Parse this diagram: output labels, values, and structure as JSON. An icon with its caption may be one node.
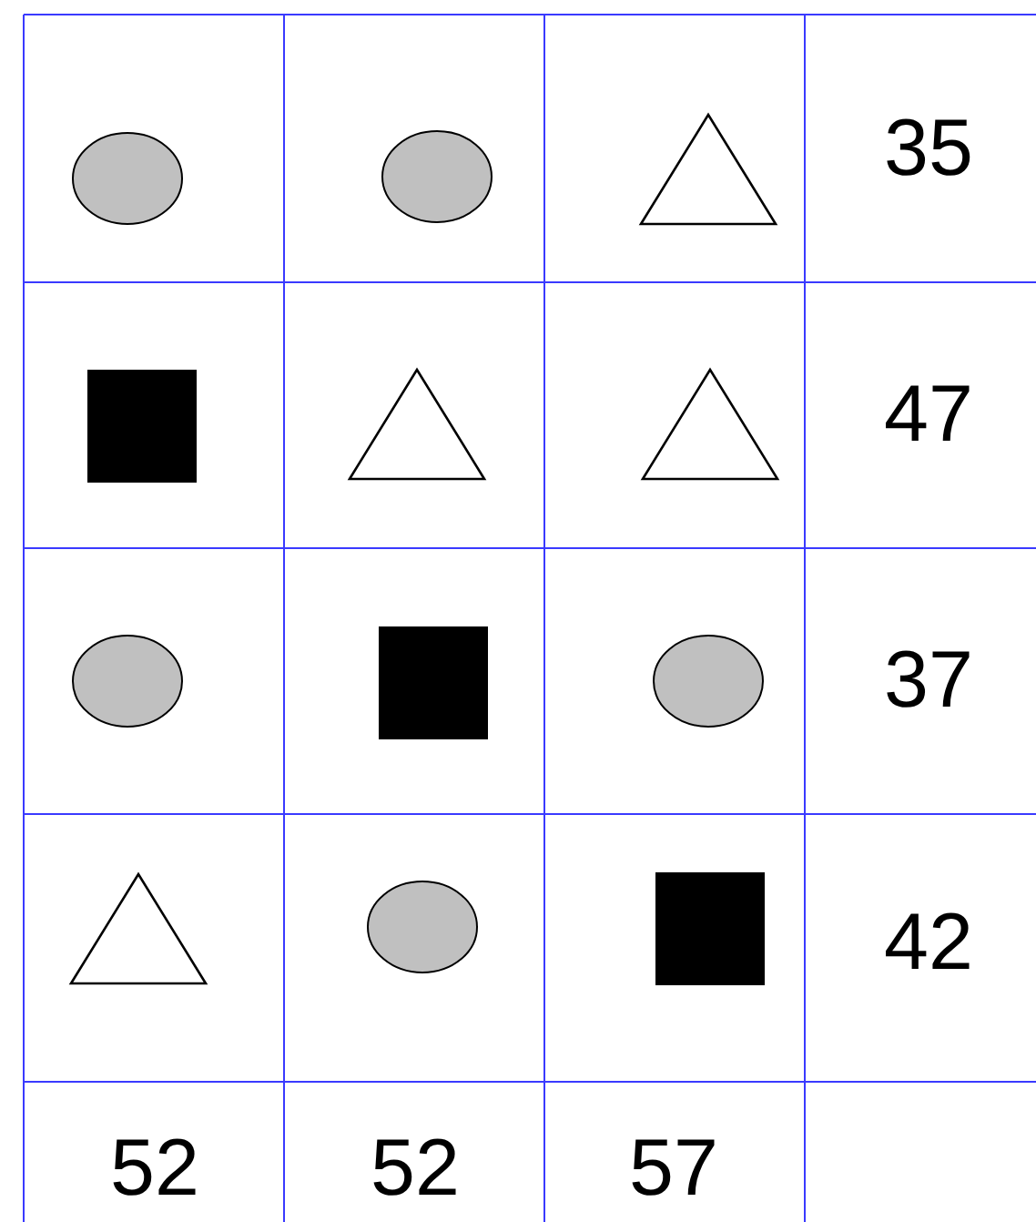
{
  "diagram": {
    "nodes": [
      {
        "text": [],
        "shape": "circle"
      },
      {
        "text": [],
        "shape": "circle"
      },
      {
        "text": [],
        "shape": "triangle"
      },
      {
        "text": [],
        "shape": "square"
      },
      {
        "text": [],
        "shape": "triangle"
      },
      {
        "text": [],
        "shape": "triangle"
      },
      {
        "text": [],
        "shape": "circle"
      },
      {
        "text": [],
        "shape": "square"
      },
      {
        "text": [],
        "shape": "circle"
      },
      {
        "text": [],
        "shape": "triangle"
      },
      {
        "text": [],
        "shape": "circle"
      },
      {
        "text": [],
        "shape": "square"
      }
    ],
    "labels": [
      "35",
      "47",
      "37",
      "42",
      "52",
      "52",
      "57"
    ]
  }
}
